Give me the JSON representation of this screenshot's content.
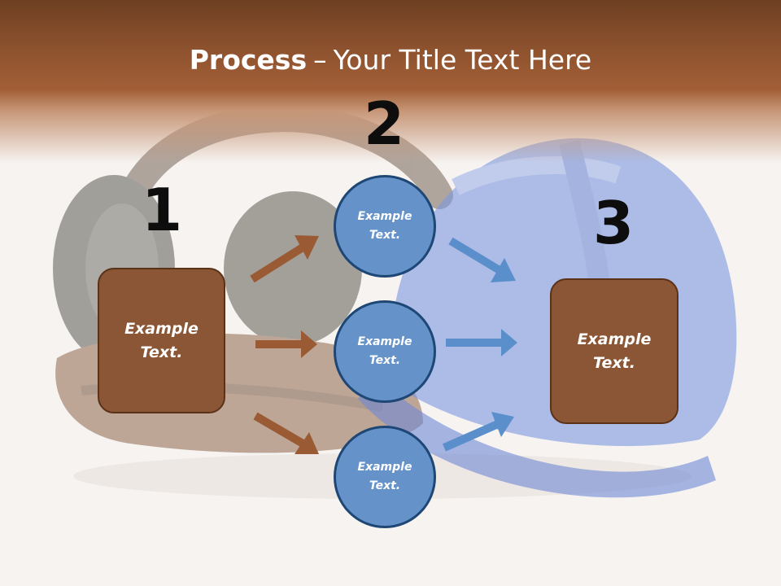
{
  "slide": {
    "title_bold": "Process",
    "title_dash": "–",
    "title_rest": "Your Title Text Here"
  },
  "steps": {
    "one": {
      "number": "1",
      "box_text": "Example\nText."
    },
    "two": {
      "number": "2",
      "circles": [
        {
          "text": "Example\nText."
        },
        {
          "text": "Example\nText."
        },
        {
          "text": "Example\nText."
        }
      ]
    },
    "three": {
      "number": "3",
      "box_text": "Example\nText."
    }
  },
  "colors": {
    "header": "#a25f37",
    "box_fill": "#8b5635",
    "circle_fill": "#6593c9",
    "arrow_brown": "#9a5a34",
    "arrow_blue": "#5b8fcc"
  },
  "background_icons": [
    "earmuffs-icon",
    "hard-hat-icon"
  ]
}
